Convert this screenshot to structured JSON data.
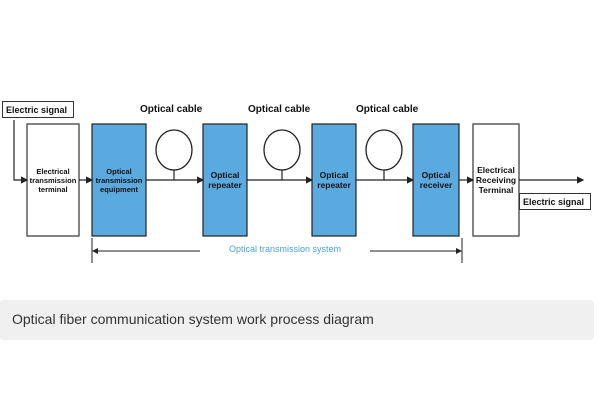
{
  "diagram": {
    "input_signal": "Electric signal",
    "output_signal": "Electric signal",
    "cable_labels": [
      "Optical cable",
      "Optical cable",
      "Optical cable"
    ],
    "blocks": [
      {
        "id": "tx-terminal",
        "lines": [
          "Electrical",
          "transmission",
          "terminal"
        ],
        "fill": "#ffffff"
      },
      {
        "id": "tx-equipment",
        "lines": [
          "Optical",
          "transmission",
          "equipment"
        ],
        "fill": "#5aaae0"
      },
      {
        "id": "repeater-1",
        "lines": [
          "Optical",
          "repeater"
        ],
        "fill": "#5aaae0"
      },
      {
        "id": "repeater-2",
        "lines": [
          "Optical",
          "repeater"
        ],
        "fill": "#5aaae0"
      },
      {
        "id": "receiver",
        "lines": [
          "Optical",
          "receiver"
        ],
        "fill": "#5aaae0"
      },
      {
        "id": "rx-terminal",
        "lines": [
          "Electrical",
          "Receiving",
          "Terminal"
        ],
        "fill": "#ffffff"
      }
    ],
    "system_label": "Optical transmission system",
    "colors": {
      "accent": "#5aaae0",
      "system_line": "#4aa3d9",
      "stroke": "#222222"
    }
  },
  "caption": "Optical fiber communication system work process diagram"
}
